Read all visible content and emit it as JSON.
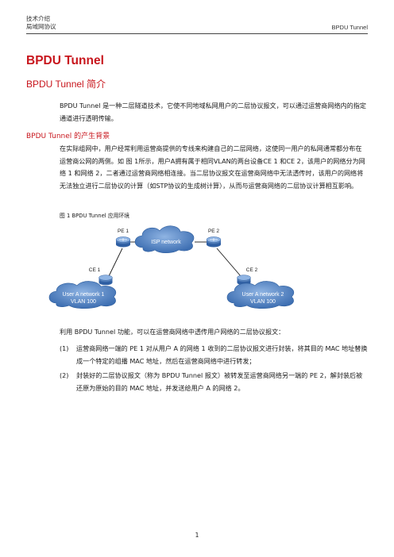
{
  "header": {
    "line1": "技术介绍",
    "line2": "局域网协议",
    "right": "BPDU Tunnel"
  },
  "title": "BPDU Tunnel",
  "section": {
    "title": "BPDU Tunnel 简介",
    "intro": "BPDU Tunnel 是一种二层隧道技术，它使不同地域私网用户的二层协议报文，可以通过运营商网络内的指定通道进行透明传输。"
  },
  "subsection": {
    "title": "BPDU Tunnel 的产生背景",
    "body": "在实际组网中，用户经常利用运营商提供的专线来构建自己的二层网络，这使同一用户的私网通常都分布在运营商公网的两侧。如 图 1所示，用户A拥有属于相同VLAN的两台设备CE 1 和CE 2，该用户的网络分为网络 1 和网络 2，二者通过运营商网络相连接。当二层协议报文在运营商网络中无法透传时，该用户的网络将无法独立进行二层协议的计算（如STP协议的生成树计算），从而与运营商网络的二层协议计算相互影响。"
  },
  "figure": {
    "caption": "图 1 BPDU Tunnel 应用环境",
    "isp_cloud": "ISP network",
    "pe1": "PE 1",
    "pe2": "PE 2",
    "ce1": "CE 1",
    "ce2": "CE 2",
    "net1_line1": "User A network 1",
    "net1_line2": "VLAN 100",
    "net2_line1": "User A network 2",
    "net2_line2": "VLAN 100",
    "colors": {
      "cloud": "#4a7fc1",
      "cloud_light": "#7fa8dc",
      "router": "#3a6db5",
      "link": "#1a1a1a"
    }
  },
  "after_figure": "利用 BPDU Tunnel 功能，可以在运营商网络中透传用户网络的二层协议报文：",
  "list": [
    {
      "num": "(1)",
      "text": "运营商网络一端的 PE 1 对从用户 A 的网络 1 收到的二层协议报文进行封装，将其目的 MAC 地址替换成一个特定的组播 MAC 地址，然后在运营商网络中进行转发；"
    },
    {
      "num": "(2)",
      "text": "封装好的二层协议报文（称为 BPDU Tunnel 报文）被转发至运营商网络另一端的 PE 2，解封装后被还原为原始的目的 MAC 地址，并发送给用户 A 的网络 2。"
    }
  ],
  "page_number": "1"
}
